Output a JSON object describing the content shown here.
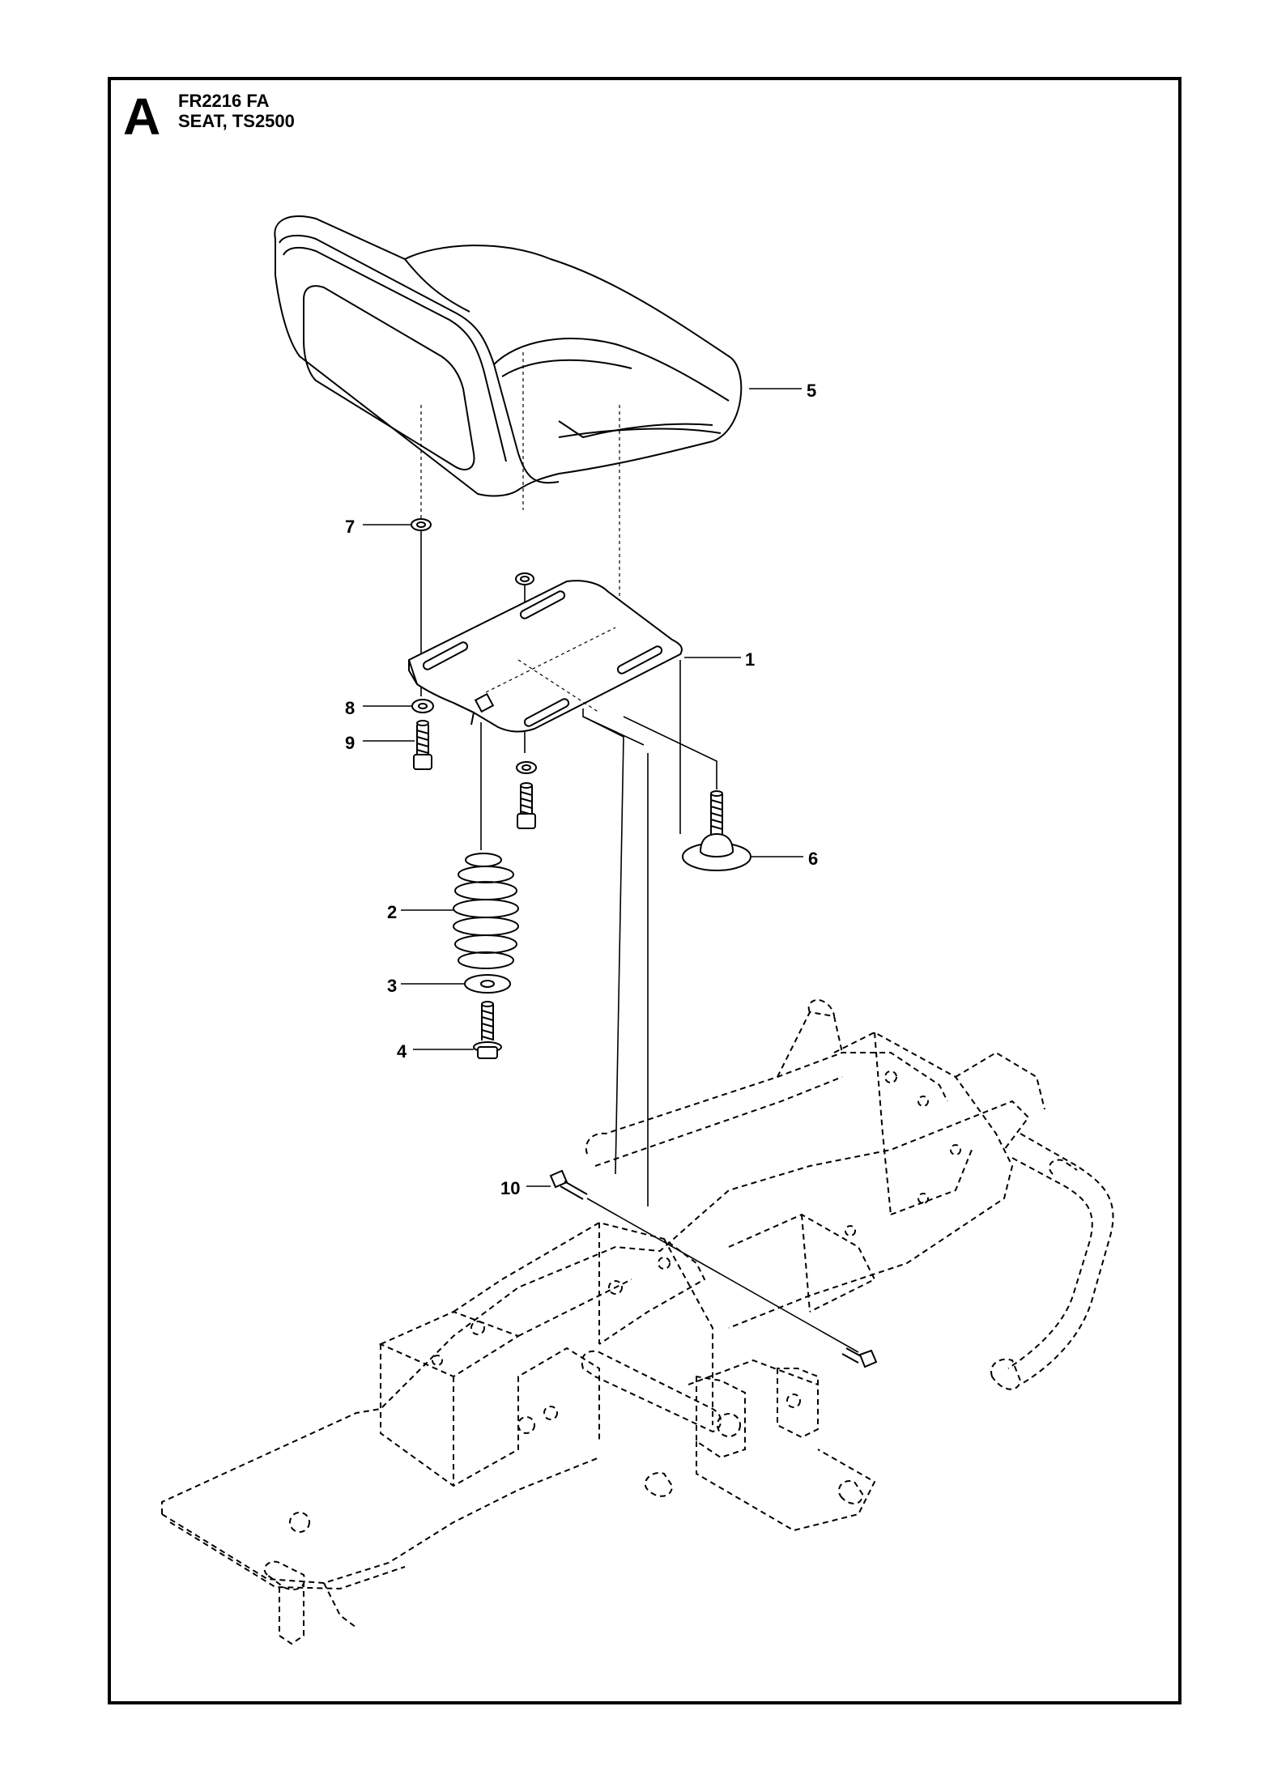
{
  "header": {
    "section_letter": "A",
    "code": "FR2216 FA",
    "name": "SEAT, TS2500"
  },
  "callouts": [
    {
      "number": "1"
    },
    {
      "number": "2"
    },
    {
      "number": "3"
    },
    {
      "number": "4"
    },
    {
      "number": "5"
    },
    {
      "number": "6"
    },
    {
      "number": "7"
    },
    {
      "number": "8"
    },
    {
      "number": "9"
    },
    {
      "number": "10"
    }
  ]
}
